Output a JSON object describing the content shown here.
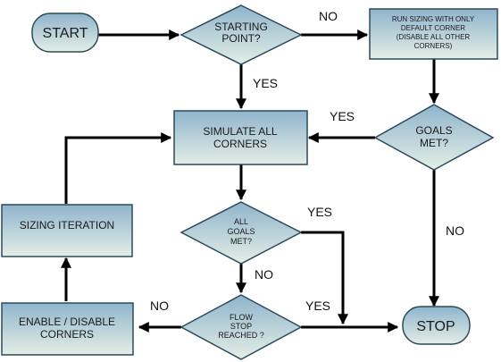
{
  "nodes": {
    "start": "START",
    "starting_point": [
      "STARTING",
      "POINT?"
    ],
    "run_sizing": [
      "RUN SIZING WITH ONLY",
      "DEFAULT CORNER",
      "(DISABLE ALL OTHER",
      "CORNERS)"
    ],
    "goals_met_top": [
      "GOALS",
      "MET?"
    ],
    "simulate": [
      "SIMULATE ALL",
      "CORNERS"
    ],
    "all_goals_met": [
      "ALL",
      "GOALS",
      "MET?"
    ],
    "sizing_iteration": "SIZING ITERATION",
    "flow_stop": [
      "FLOW",
      "STOP",
      "REACHED ?"
    ],
    "enable_disable": [
      "ENABLE / DISABLE",
      "CORNERS"
    ],
    "stop": "STOP"
  },
  "labels": {
    "no_starting": "NO",
    "yes_starting": "YES",
    "yes_goals_top": "YES",
    "no_goals_top": "NO",
    "yes_all_goals": "YES",
    "no_all_goals": "NO",
    "no_flow": "NO",
    "yes_flow": "YES"
  },
  "colors": {
    "node_top": "#8fb4cc",
    "node_bottom": "#e4eee6",
    "node_border": "#2b4a5c",
    "arrow": "#000000"
  }
}
